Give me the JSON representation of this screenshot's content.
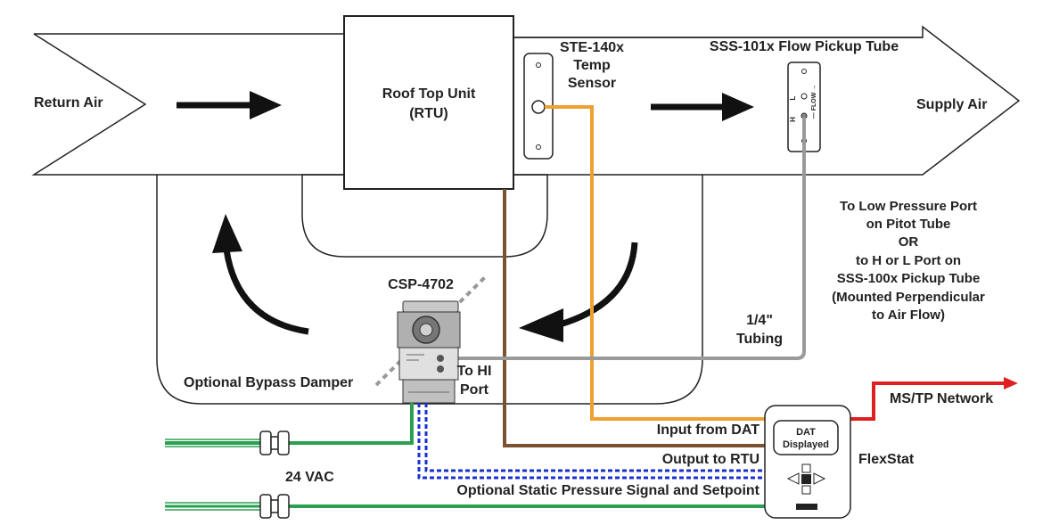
{
  "labels": {
    "return_air": "Return Air",
    "supply_air": "Supply Air",
    "rtu_line1": "Roof Top Unit",
    "rtu_line2": "(RTU)",
    "ste_line1": "STE-140x",
    "ste_line2": "Temp",
    "ste_line3": "Sensor",
    "sss_title": "SSS-101x Flow Pickup Tube",
    "pickup_h": "H",
    "pickup_l": "L",
    "pickup_flow": "— FLOW →",
    "low_port_line1": "To Low Pressure Port",
    "low_port_line2": "on Pitot Tube",
    "low_port_line3": "OR",
    "low_port_line4": "to H or L Port on",
    "low_port_line5": "SSS-100x Pickup Tube",
    "low_port_line6": "(Mounted Perpendicular",
    "low_port_line7": "to Air Flow)",
    "csp": "CSP-4702",
    "tubing_line1": "1/4\"",
    "tubing_line2": "Tubing",
    "to_hi_line1": "To HI",
    "to_hi_line2": "Port",
    "bypass": "Optional Bypass Damper",
    "input_dat": "Input from DAT",
    "output_rtu": "Output to RTU",
    "static_signal": "Optional Static Pressure Signal and Setpoint",
    "vac": "24 VAC",
    "flexstat": "FlexStat",
    "dat_line1": "DAT",
    "dat_line2": "Displayed",
    "mstp": "MS/TP Network"
  },
  "colors": {
    "orange": "#f0a030",
    "brown": "#7a5230",
    "gray": "#9a9a9a",
    "green": "#2aa050",
    "blue": "#1a2fd0",
    "red": "#e02020",
    "outline": "#222222"
  }
}
